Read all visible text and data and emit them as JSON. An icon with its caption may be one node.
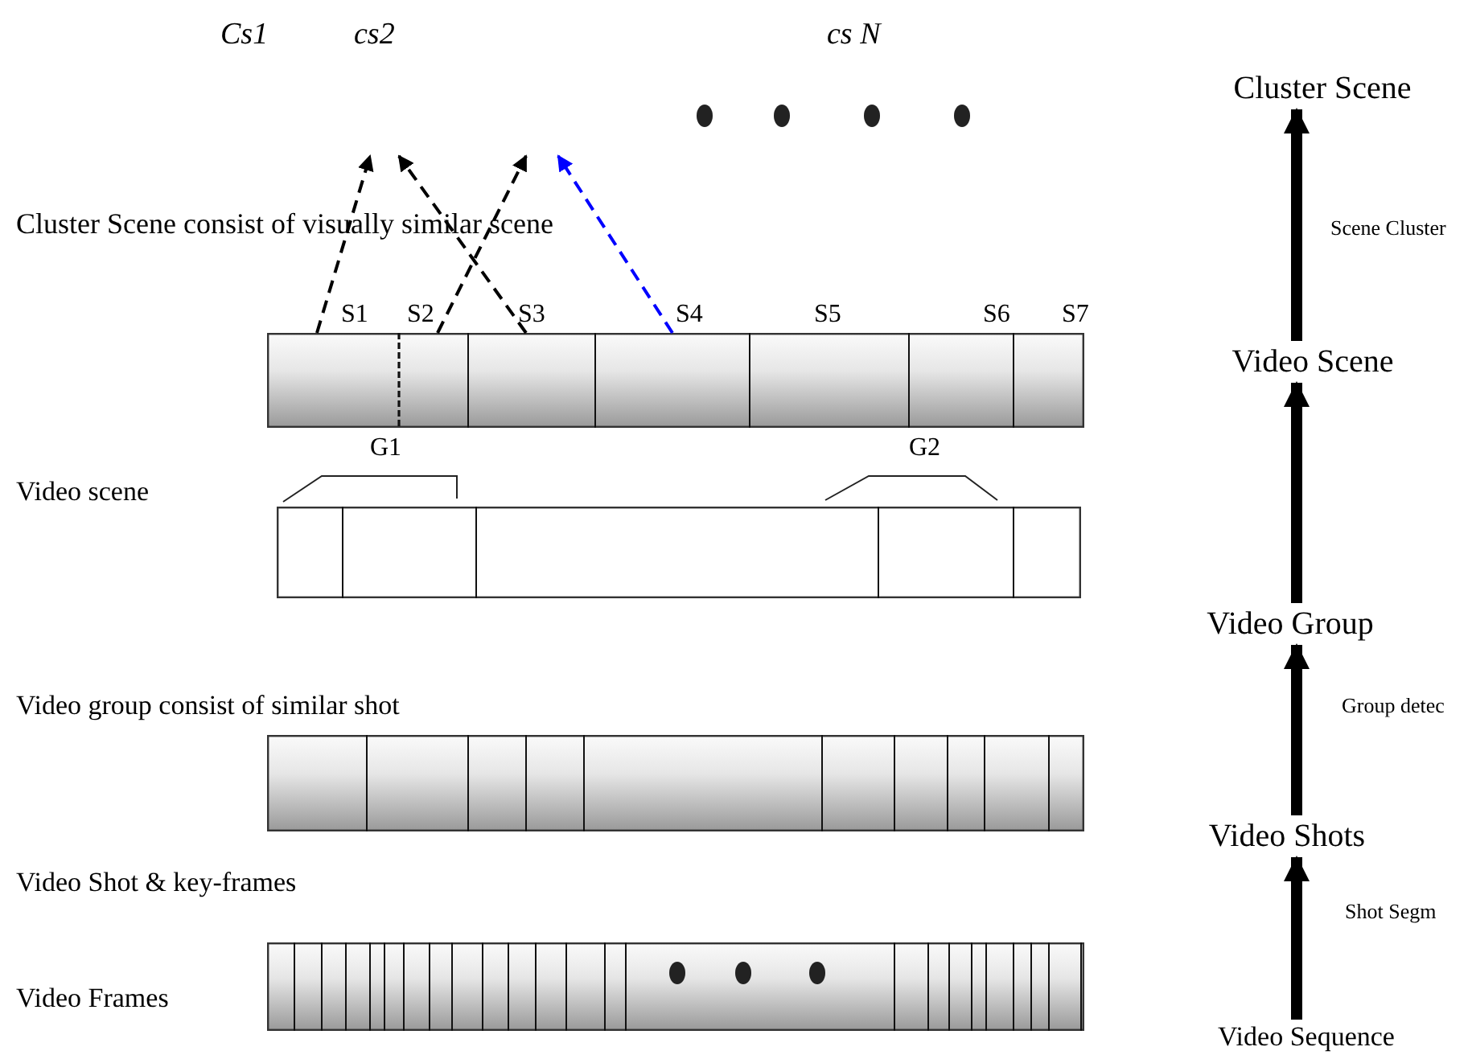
{
  "diagram": {
    "nodes": [
      {
        "text": [
          "Cluster Scene"
        ]
      },
      {
        "text": [],
        "shape": "bar"
      },
      {
        "text": [
          "Video Scene"
        ]
      },
      {
        "text": [],
        "shape": "bar"
      },
      {
        "text": [
          "Video Group"
        ]
      },
      {
        "text": [],
        "shape": "bar"
      },
      {
        "text": [
          "Video Shots"
        ]
      },
      {
        "text": [],
        "shape": "bar"
      },
      {
        "text": [
          "Video Sequence"
        ]
      }
    ],
    "edges": [
      {
        "from": 1,
        "to": null,
        "arrow": "to",
        "style": "dashed"
      },
      {
        "from": 1,
        "to": null,
        "arrow": "to",
        "style": "dashed"
      },
      {
        "from": 1,
        "to": null,
        "arrow": "to",
        "style": "dashed"
      },
      {
        "from": 1,
        "to": null,
        "arrow": "to",
        "style": "dashed",
        "color": "#0000ff"
      },
      {
        "from": 2,
        "to": 0,
        "arrow": "to",
        "style": "thick",
        "label": "Scene Cluster"
      },
      {
        "from": 4,
        "to": 2,
        "arrow": "to",
        "style": "thick"
      },
      {
        "from": 6,
        "to": 4,
        "arrow": "to",
        "style": "thick",
        "label": "Group detec"
      },
      {
        "from": 8,
        "to": 6,
        "arrow": "to",
        "style": "thick",
        "label": "Shot Segm"
      }
    ],
    "labels": [
      "Cs1",
      "cs2",
      "cs N",
      "Cluster Scene consist of visually similar scene",
      "S1",
      "S2",
      "S3",
      "S4",
      "S5",
      "S6",
      "S7",
      "G1",
      "G2",
      "Video scene",
      "Video group consist of similar shot",
      "Video Shot & key-frames",
      "Video Frames"
    ]
  }
}
